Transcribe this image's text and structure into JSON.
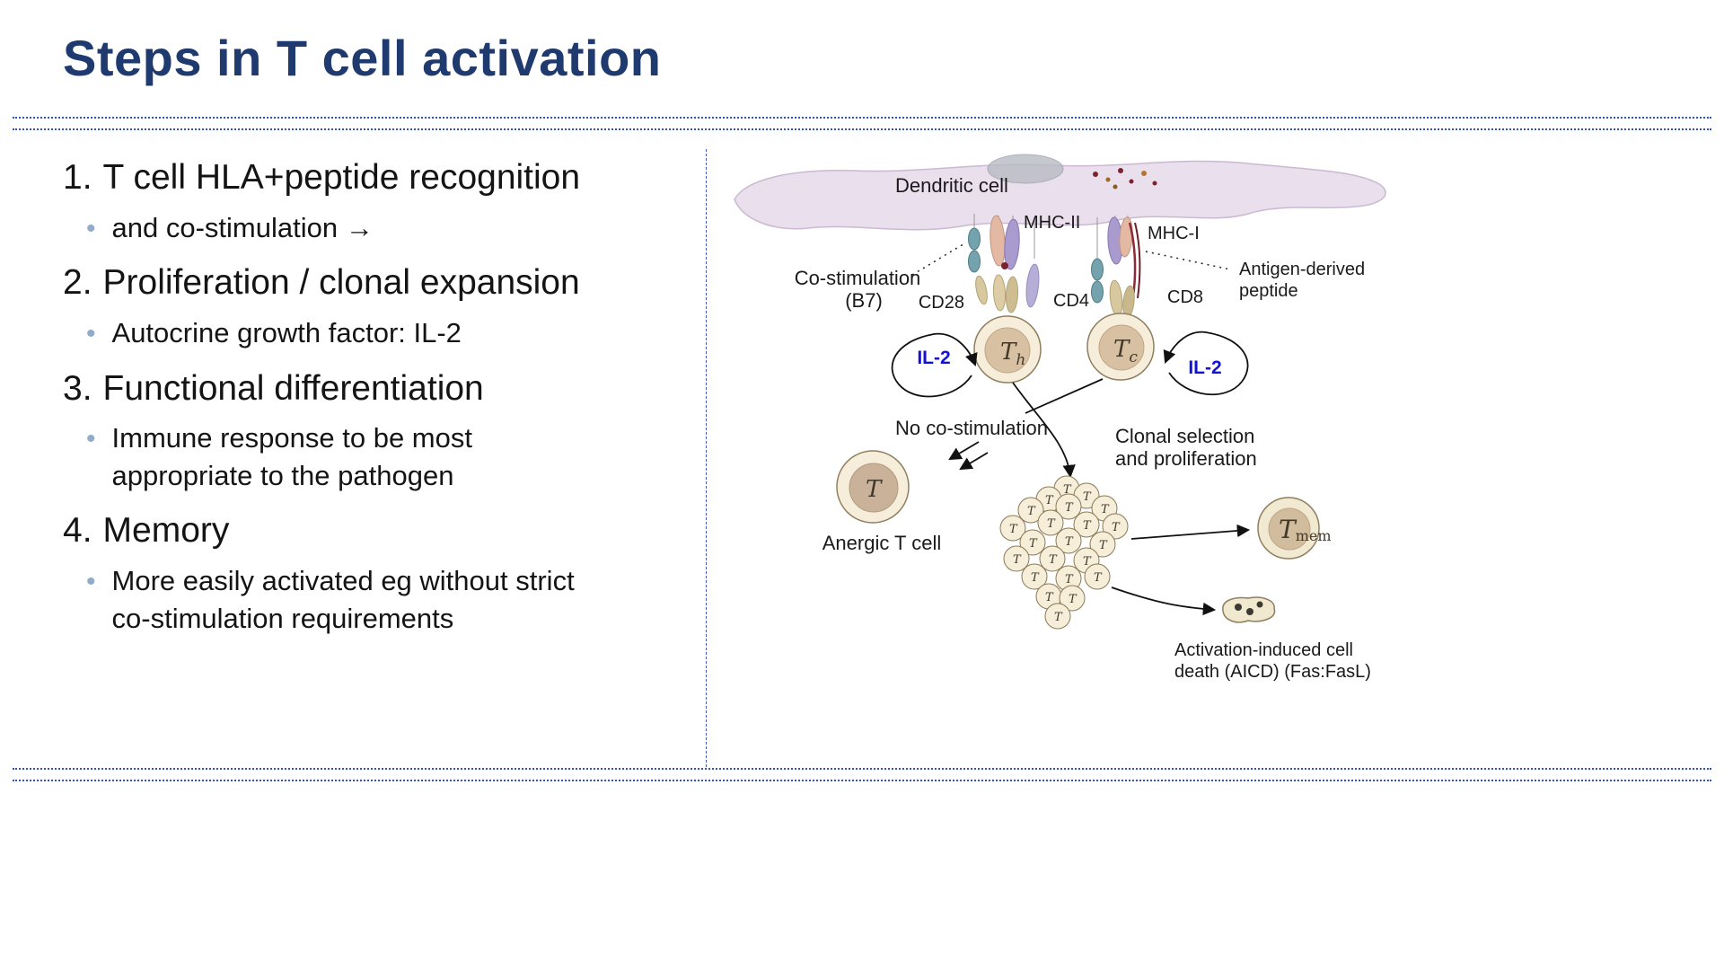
{
  "title": "Steps in T cell activation",
  "list": {
    "items": [
      {
        "number": "1.",
        "text": "T cell HLA+peptide recognition",
        "subs": [
          {
            "lines": [
              "and co-stimulation →"
            ]
          }
        ]
      },
      {
        "number": "2.",
        "text": "Proliferation / clonal expansion",
        "subs": [
          {
            "lines": [
              "Autocrine growth factor: IL-2"
            ]
          }
        ]
      },
      {
        "number": "3.",
        "text": "Functional differentiation",
        "subs": [
          {
            "lines": [
              "Immune response to be most",
              "appropriate to the pathogen"
            ]
          }
        ]
      },
      {
        "number": "4.",
        "text": "Memory",
        "subs": [
          {
            "lines": [
              "More easily activated eg without strict",
              "co-stimulation requirements"
            ]
          }
        ]
      }
    ]
  },
  "diagram": {
    "labels": {
      "dendritic_cell": "Dendritic cell",
      "mhc_ii": "MHC-II",
      "mhc_i": "MHC-I",
      "co_stimulation_line1": "Co-stimulation",
      "co_stimulation_line2": "(B7)",
      "cd28": "CD28",
      "cd4": "CD4",
      "cd8": "CD8",
      "antigen_line1": "Antigen-derived",
      "antigen_line2": "peptide",
      "il2": "IL-2",
      "no_costimulation": "No co-stimulation",
      "clonal_line1": "Clonal selection",
      "clonal_line2": "and proliferation",
      "anergic": "Anergic T cell",
      "t": "T",
      "th_sub": "h",
      "tc_sub": "c",
      "mem": "mem",
      "aicd_line1": "Activation-induced cell",
      "aicd_line2": "death (AICD) (Fas:FasL)"
    }
  },
  "colors": {
    "title_color": "#1e3a6e",
    "il2_color": "#1313d6",
    "bullet_color": "#92abc8",
    "rule_color": "#3050c8"
  }
}
